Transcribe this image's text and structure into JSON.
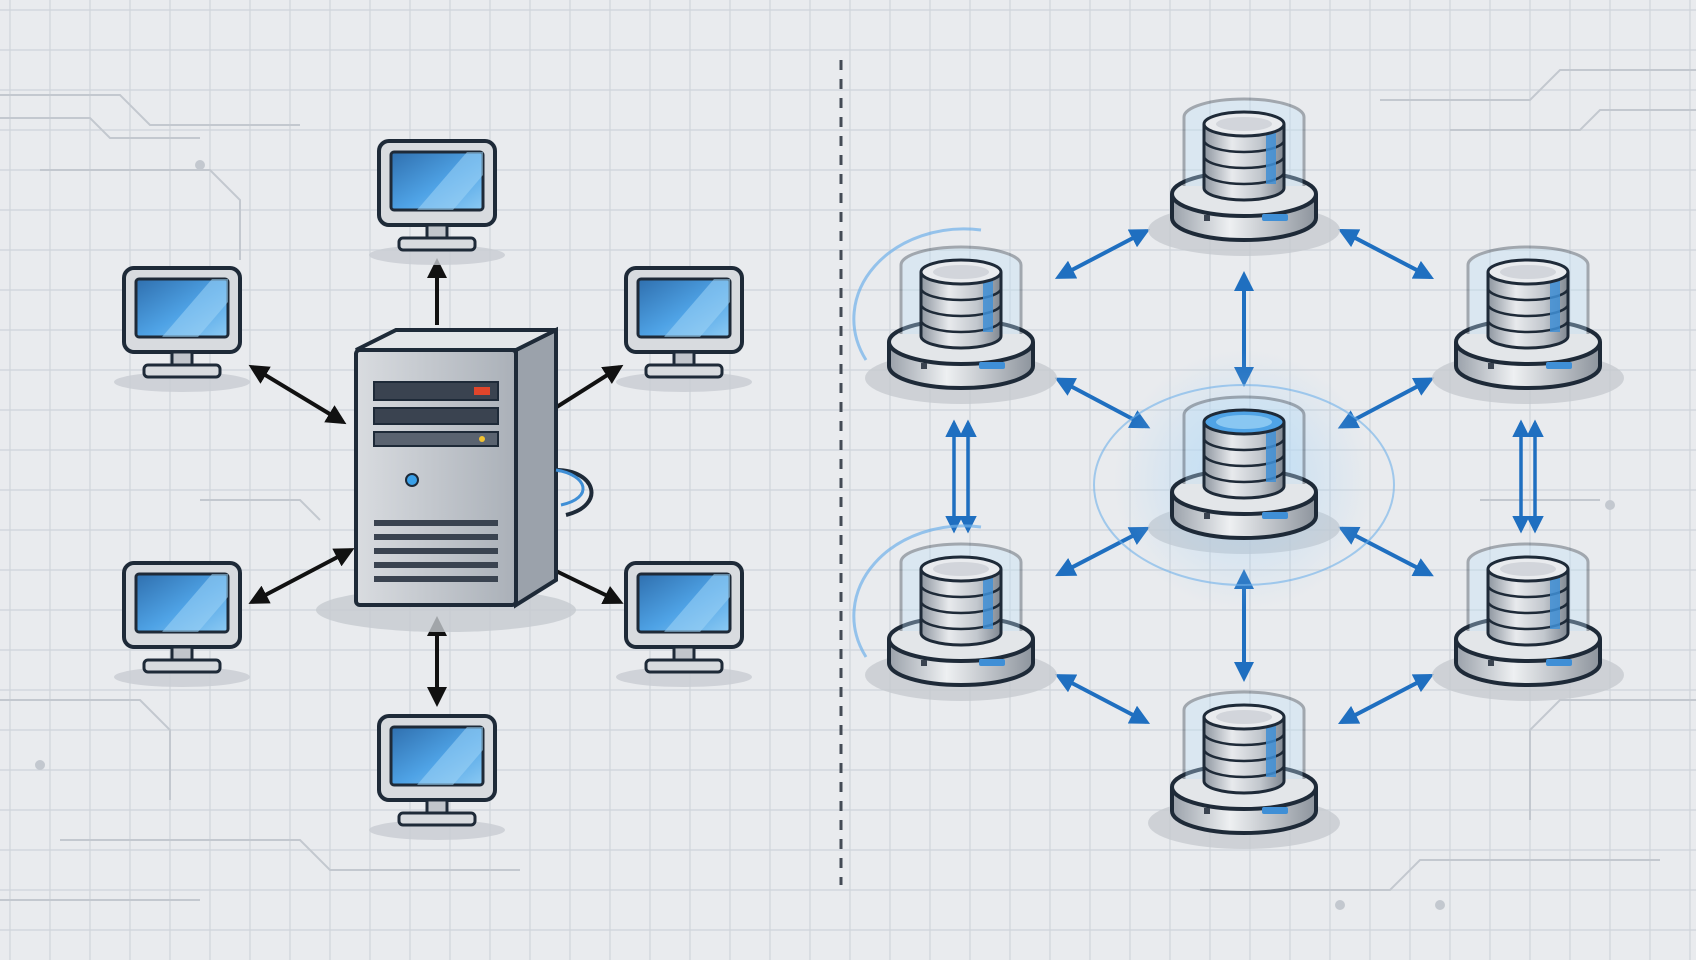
{
  "colors": {
    "background": "#e9ebee",
    "grid_line": "#cfd4da",
    "circuit_line": "#c3c8cf",
    "outline": "#1e2a38",
    "screen_blue": "#3f8fd6",
    "screen_light": "#7cc0f0",
    "server_body": "#c9cdd3",
    "arrow_dark": "#111111",
    "arrow_blue": "#1f6fc0",
    "glow_blue": "#6fb1ea",
    "divider": "#444b55"
  },
  "diagram": {
    "left_panel": {
      "hub": {
        "kind": "server-tower",
        "icon": "server-tower-icon"
      },
      "clients": [
        {
          "id": "top",
          "icon": "monitor-icon"
        },
        {
          "id": "upper-left",
          "icon": "monitor-icon"
        },
        {
          "id": "upper-right",
          "icon": "monitor-icon"
        },
        {
          "id": "lower-left",
          "icon": "monitor-icon"
        },
        {
          "id": "lower-right",
          "icon": "monitor-icon"
        },
        {
          "id": "bottom",
          "icon": "monitor-icon"
        }
      ],
      "links": [
        "top",
        "upper-left",
        "upper-right",
        "lower-left",
        "lower-right",
        "bottom"
      ]
    },
    "right_panel": {
      "nodes": [
        {
          "id": "n-top",
          "icon": "database-node-icon"
        },
        {
          "id": "n-upper-left",
          "icon": "database-node-icon"
        },
        {
          "id": "n-upper-right",
          "icon": "database-node-icon"
        },
        {
          "id": "n-center",
          "icon": "database-node-icon",
          "highlighted": true
        },
        {
          "id": "n-lower-left",
          "icon": "database-node-icon"
        },
        {
          "id": "n-lower-right",
          "icon": "database-node-icon"
        },
        {
          "id": "n-bottom",
          "icon": "database-node-icon"
        }
      ],
      "links": [
        [
          "n-upper-left",
          "n-top"
        ],
        [
          "n-top",
          "n-upper-right"
        ],
        [
          "n-top",
          "n-center"
        ],
        [
          "n-upper-left",
          "n-center"
        ],
        [
          "n-upper-right",
          "n-center"
        ],
        [
          "n-lower-left",
          "n-center"
        ],
        [
          "n-lower-right",
          "n-center"
        ],
        [
          "n-center",
          "n-bottom"
        ],
        [
          "n-upper-left",
          "n-lower-left"
        ],
        [
          "n-upper-right",
          "n-lower-right"
        ],
        [
          "n-lower-left",
          "n-bottom"
        ],
        [
          "n-lower-right",
          "n-bottom"
        ]
      ]
    }
  }
}
